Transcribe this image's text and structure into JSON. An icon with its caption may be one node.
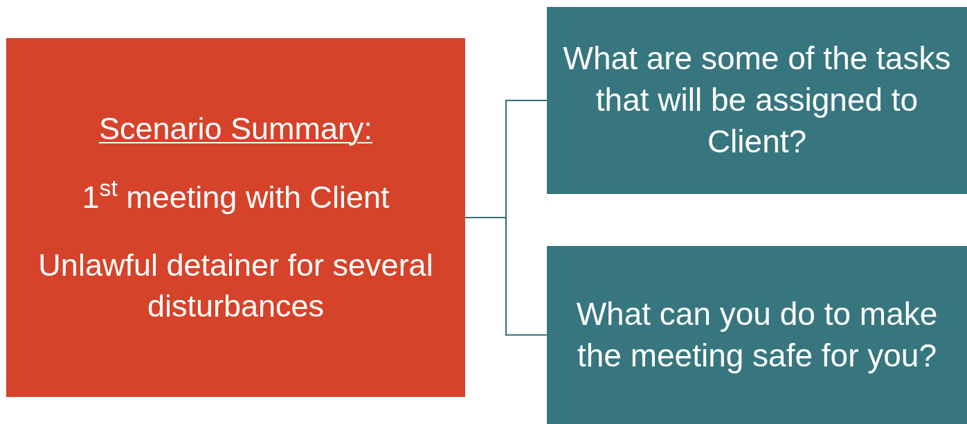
{
  "diagram": {
    "nodes": [
      {
        "text": [
          "Scenario Summary:",
          "1$^{st}$ meeting with Client",
          "Unlawful detainer for several disturbances"
        ]
      },
      {
        "text": [
          "What are some of the tasks that will be assigned to Client?"
        ]
      },
      {
        "text": [
          "What can you do to make the meeting safe for you?"
        ]
      }
    ],
    "edges": [
      {
        "from": 0,
        "to": 1,
        "arrow": "none"
      },
      {
        "from": 0,
        "to": 2,
        "arrow": "none"
      }
    ]
  }
}
